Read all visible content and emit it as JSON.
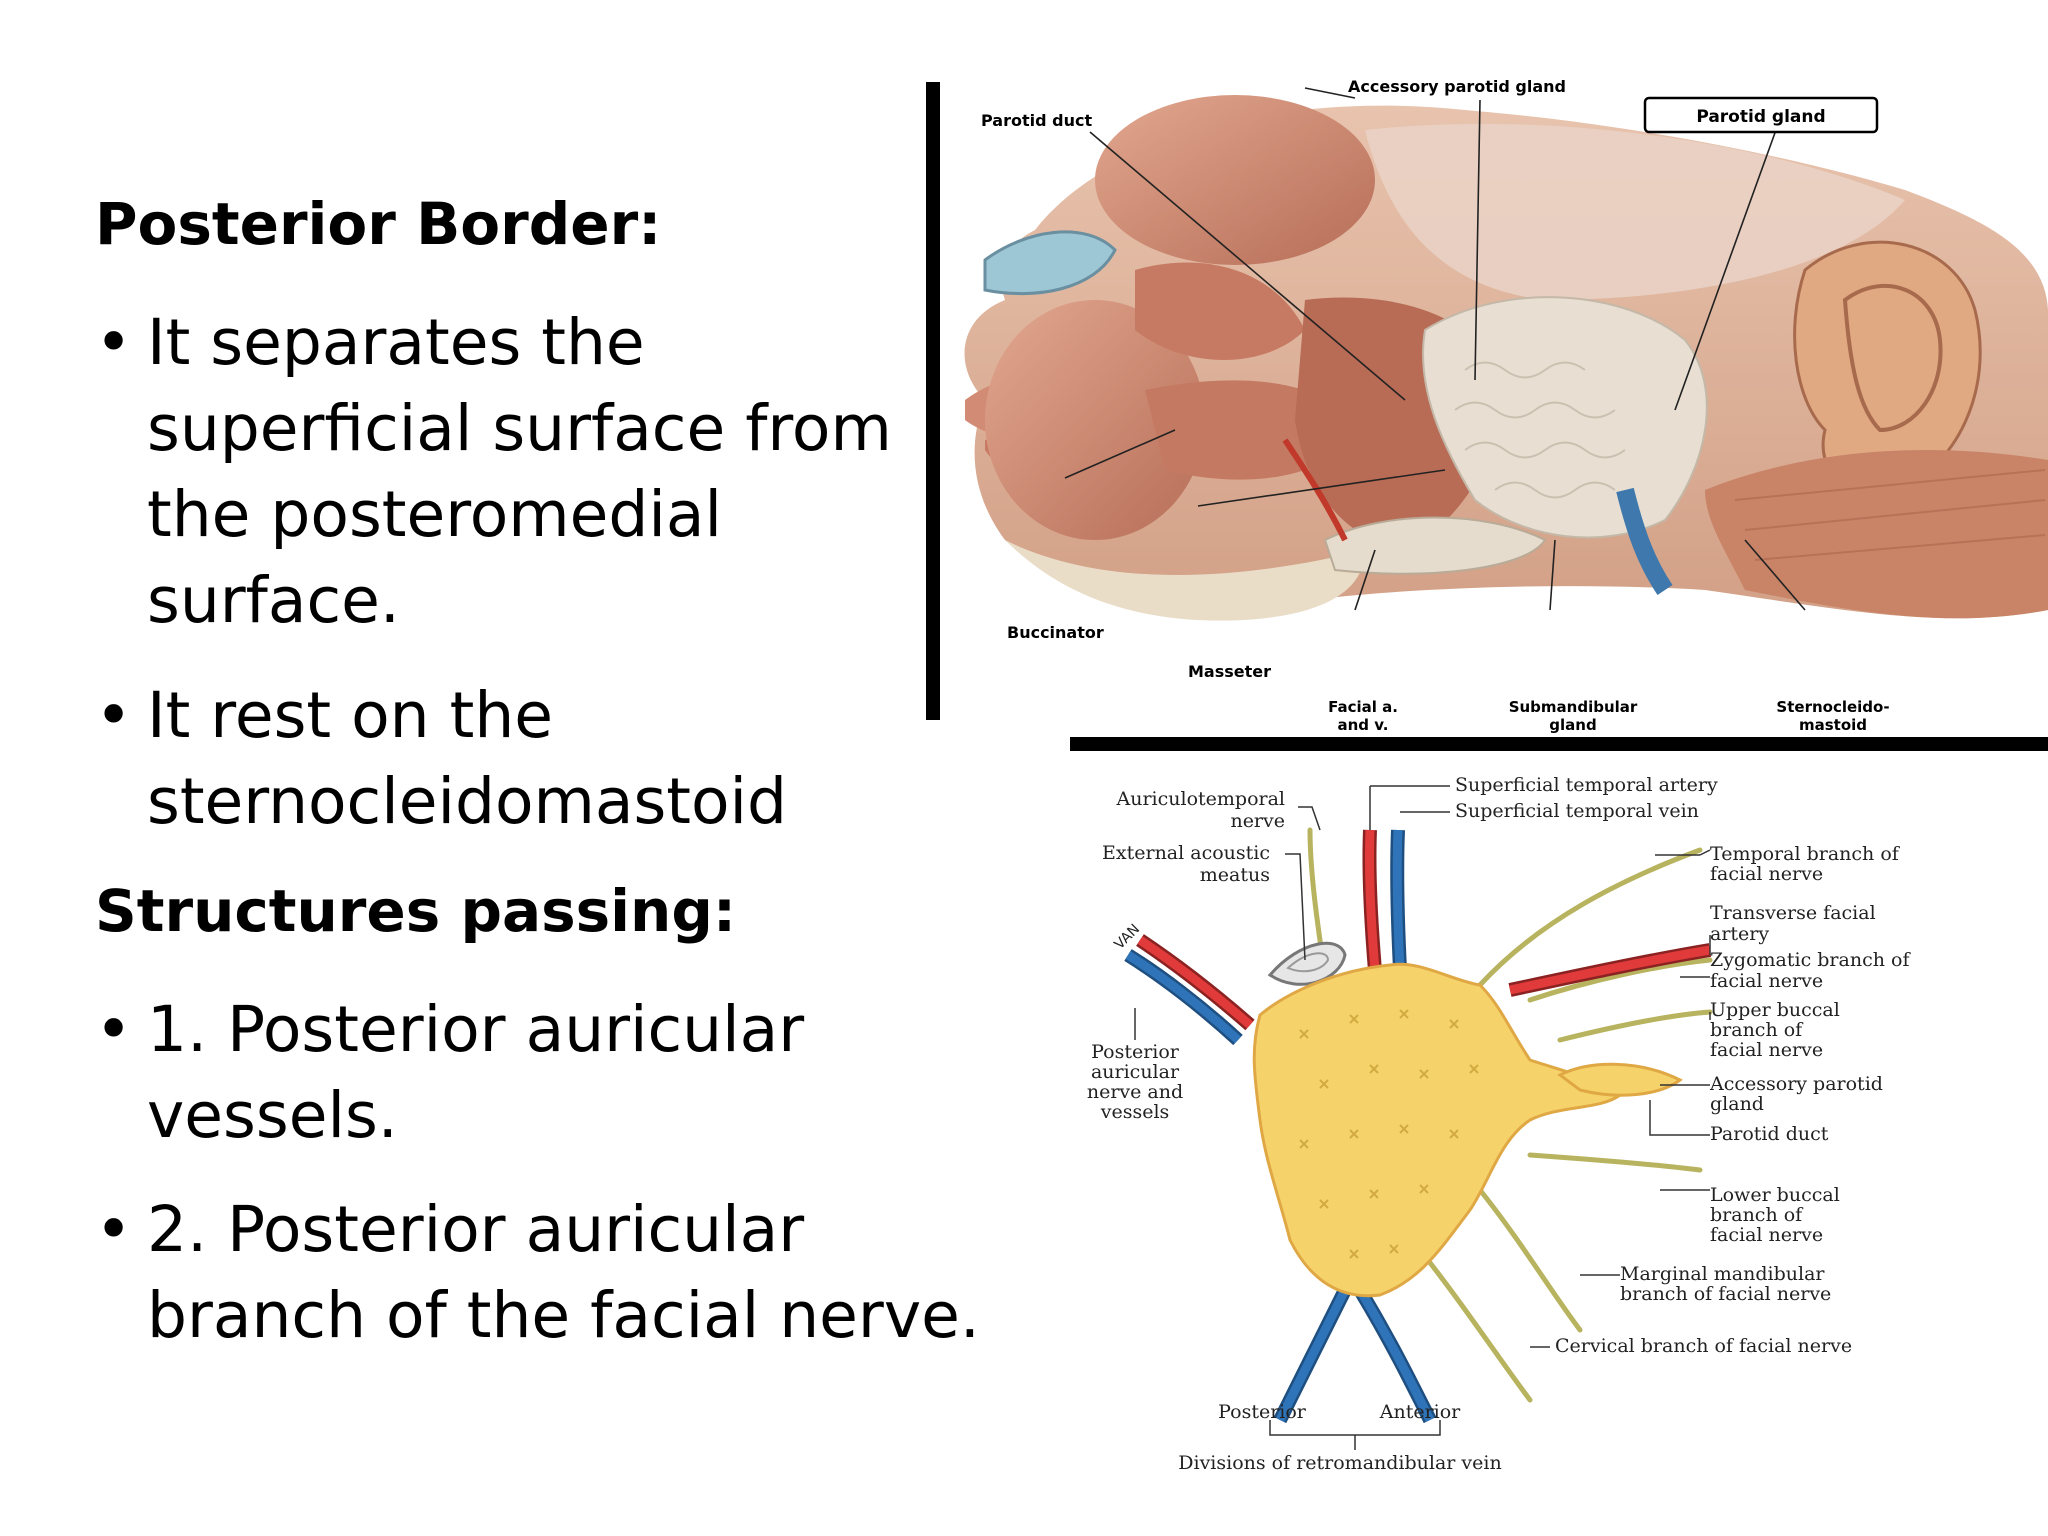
{
  "headings": {
    "posterior_border": "Posterior Border:",
    "structures_passing": "Structures passing:"
  },
  "bullets": [
    {
      "marker": "•",
      "lines": [
        "It separates the",
        "superficial surface from",
        "the posteromedial",
        "surface."
      ]
    },
    {
      "marker": "•",
      "lines": [
        "It rest on the",
        "sternocleidomastoid"
      ]
    },
    {
      "marker": "•",
      "lines": [
        "1. Posterior auricular",
        "vessels."
      ]
    },
    {
      "marker": "•",
      "lines": [
        "2. Posterior auricular",
        "branch of the facial nerve."
      ]
    }
  ],
  "figure_top": {
    "labels": {
      "accessory_parotid_gland": "Accessory parotid gland",
      "parotid_duct": "Parotid duct",
      "parotid_gland": "Parotid gland",
      "buccinator": "Buccinator",
      "masseter": "Masseter",
      "facial_av_1": "Facial a.",
      "facial_av_2": "and v.",
      "submandibular_1": "Submandibular",
      "submandibular_2": "gland",
      "sternocleido_1": "Sternocleido-",
      "sternocleido_2": "mastoid"
    }
  },
  "figure_bottom": {
    "labels": {
      "auriculotemporal_1": "Auriculotemporal",
      "auriculotemporal_2": "nerve",
      "sup_temp_artery": "Superficial temporal artery",
      "sup_temp_vein": "Superficial temporal vein",
      "ext_acoustic_1": "External acoustic",
      "ext_acoustic_2": "meatus",
      "temporal_branch_1": "Temporal branch of",
      "temporal_branch_2": "facial nerve",
      "transverse_facial_1": "Transverse facial",
      "transverse_facial_2": "artery",
      "zygomatic_1": "Zygomatic branch of",
      "zygomatic_2": "facial nerve",
      "upper_buccal_1": "Upper buccal",
      "upper_buccal_2": "branch of",
      "upper_buccal_3": "facial nerve",
      "accessory_1": "Accessory parotid",
      "accessory_2": "gland",
      "parotid_duct": "Parotid duct",
      "posterior_auricular_1": "Posterior",
      "posterior_auricular_2": "auricular",
      "posterior_auricular_3": "nerve and",
      "posterior_auricular_4": "vessels",
      "lower_buccal_1": "Lower buccal",
      "lower_buccal_2": "branch of",
      "lower_buccal_3": "facial nerve",
      "marginal_1": "Marginal mandibular",
      "marginal_2": "branch of facial nerve",
      "cervical": "Cervical branch of facial nerve",
      "posterior": "Posterior",
      "anterior": "Anterior",
      "divisions": "Divisions of retromandibular vein",
      "van": "VAN"
    }
  },
  "colors": {
    "gland": "#f6d36a",
    "artery": "#e03a3a",
    "vein": "#2f74b8",
    "nerve": "#d9d98a",
    "muscle": "#c9826a",
    "skin": "#d9a58a"
  }
}
